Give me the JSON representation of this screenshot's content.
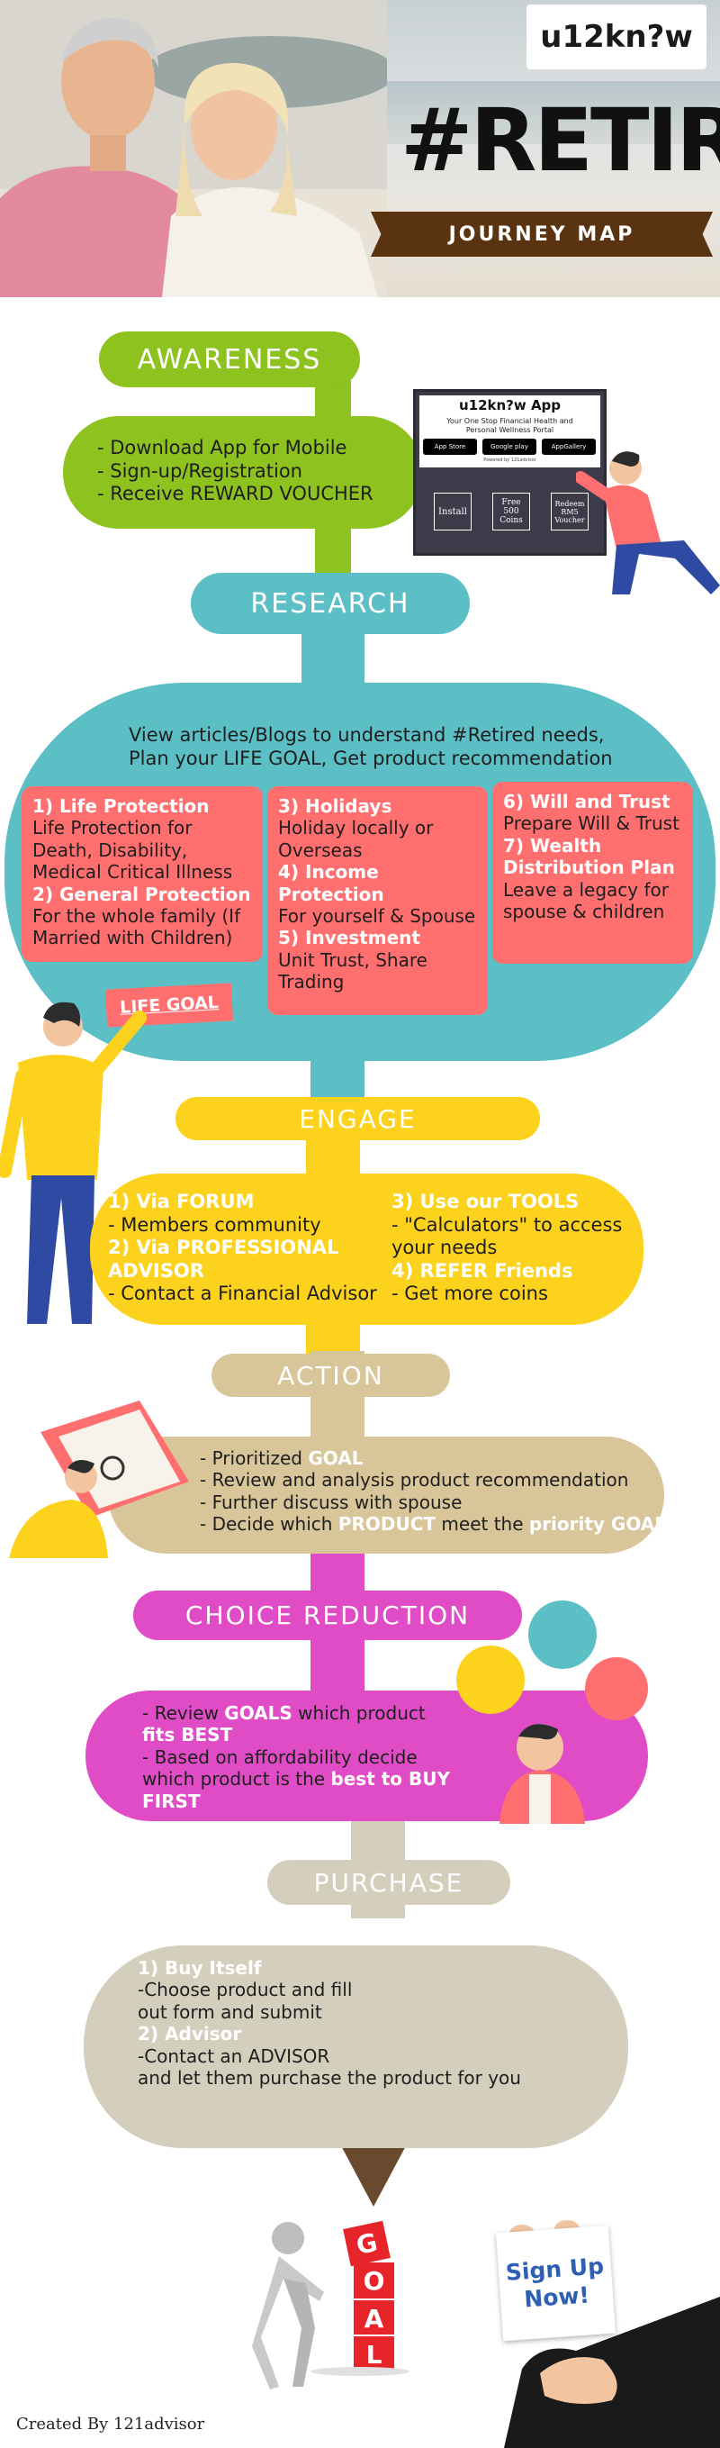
{
  "header": {
    "logo": "u12kn?w",
    "title": "#RETIRED",
    "ribbon": "JOURNEY MAP"
  },
  "awareness": {
    "label": "AWARENESS",
    "items": [
      "- Download App for Mobile",
      "- Sign-up/Registration",
      "- Receive REWARD VOUCHER"
    ]
  },
  "app_card": {
    "title": "u12kn?w App",
    "subtitle_1": "Your One Stop Financial Health and",
    "subtitle_2": "Personal Wellness Portal",
    "store_1": "App Store",
    "store_2": "Google play",
    "store_3": "AppGallery",
    "powered": "Powered by 121advisor",
    "step_1": "Install",
    "step_2": "Free 500 Coins",
    "step_3": "Redeem RM5 Voucher"
  },
  "research": {
    "label": "RESEARCH",
    "intro_1": "View articles/Blogs to understand #Retired needs,",
    "intro_2": "Plan your LIFE GOAL, Get product recommendation",
    "box1": {
      "h1": "1) Life Protection",
      "t1": "Life Protection for Death, Disability, Medical Critical Illness",
      "h2": "2) General Protection",
      "t2": "For the whole family (If Married with Children)"
    },
    "box2": {
      "h1": "3) Holidays",
      "t1": "Holiday locally or Overseas",
      "h2": "4) Income Protection",
      "t2": "For yourself & Spouse",
      "h3": "5) Investment",
      "t3": "Unit Trust, Share Trading"
    },
    "box3": {
      "h1": "6) Will and Trust",
      "t1": "Prepare Will & Trust",
      "h2": "7) Wealth Distribution Plan",
      "t2": "Leave a legacy for spouse & children"
    },
    "tag": "LIFE GOAL"
  },
  "engage": {
    "label": "ENGAGE",
    "left": {
      "h1": "1) Via FORUM",
      "t1": "- Members community",
      "h2": "2) Via PROFESSIONAL ADVISOR",
      "t2": "- Contact a Financial Advisor"
    },
    "right": {
      "h1": "3) Use our TOOLS",
      "t1": "- \"Calculators\" to access your needs",
      "h2": "4) REFER Friends",
      "t2": "- Get more coins"
    }
  },
  "action": {
    "label": "ACTION",
    "l1a": "- Prioritized ",
    "l1b": "GOAL",
    "l2": "- Review and analysis product recommendation",
    "l3": "- Further discuss with spouse",
    "l4a": "- Decide which ",
    "l4b": "PRODUCT",
    "l4c": " meet the ",
    "l4d": "priority GOAL"
  },
  "choice": {
    "label": "CHOICE REDUCTION",
    "l1a": "- Review ",
    "l1b": "GOALS",
    "l1c": " which product",
    "l2": "fits BEST",
    "l3": "- Based on affordability decide",
    "l4a": "which product is the ",
    "l4b": "best to BUY",
    "l5": "FIRST"
  },
  "purchase": {
    "label": "PURCHASE",
    "h1": "1) Buy Itself",
    "l1": "-Choose product and fill",
    "l2": "out form and submit",
    "h2": "2) Advisor",
    "l3": "-Contact an ADVISOR",
    "l4": "and let them purchase the product for you"
  },
  "goal_blocks": [
    "G",
    "O",
    "A",
    "L"
  ],
  "signup": {
    "l1": "Sign Up",
    "l2": "Now!"
  },
  "footer": "Created By 121advisor",
  "colors": {
    "green": "#8dc21f",
    "teal": "#5dbfc6",
    "pink": "#ff6f6f",
    "yellow": "#fcd21c",
    "tan": "#d9c59a",
    "magenta": "#e04cc6",
    "beige": "#d4cfbd",
    "brown": "#5a3410"
  }
}
